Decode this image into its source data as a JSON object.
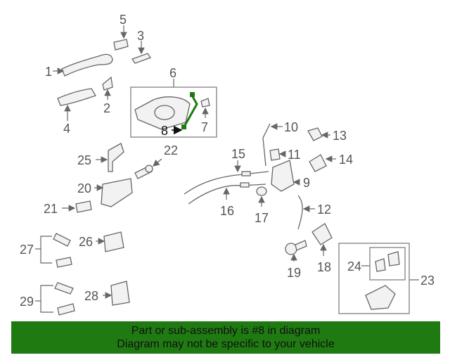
{
  "diagram": {
    "labels": [
      "1",
      "2",
      "3",
      "4",
      "5",
      "6",
      "7",
      "8",
      "9",
      "10",
      "11",
      "12",
      "13",
      "14",
      "15",
      "16",
      "17",
      "18",
      "19",
      "20",
      "21",
      "22",
      "23",
      "24",
      "25",
      "26",
      "27",
      "28",
      "29"
    ],
    "highlight_color": "#1f7a12"
  },
  "banner": {
    "line1": "Part or sub-assembly is #8 in diagram",
    "line2": "Diagram may not be specific to your vehicle",
    "color": "#1f7a12"
  }
}
